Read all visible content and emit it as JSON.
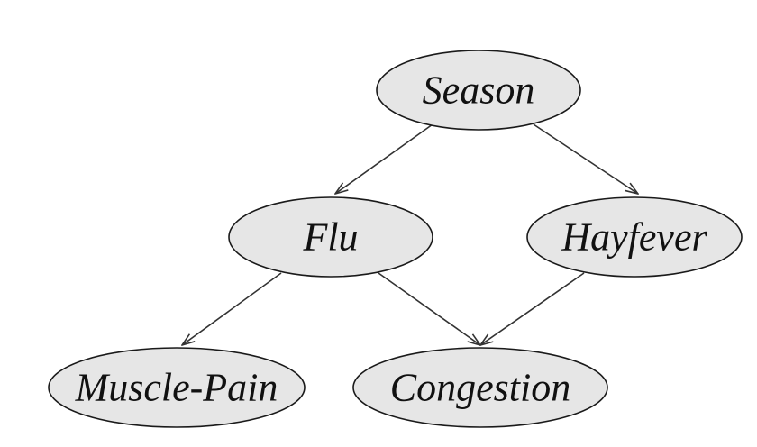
{
  "nodes": [
    {
      "id": "season",
      "label": "Season"
    },
    {
      "id": "flu",
      "label": "Flu"
    },
    {
      "id": "hayfever",
      "label": "Hayfever"
    },
    {
      "id": "muscle_pain",
      "label": "Muscle-Pain"
    },
    {
      "id": "congestion",
      "label": "Congestion"
    }
  ],
  "edges": [
    {
      "from": "season",
      "to": "flu"
    },
    {
      "from": "season",
      "to": "hayfever"
    },
    {
      "from": "flu",
      "to": "muscle_pain"
    },
    {
      "from": "flu",
      "to": "congestion"
    },
    {
      "from": "hayfever",
      "to": "congestion"
    }
  ],
  "colors": {
    "node_fill": "#e6e6e6",
    "node_stroke": "#1a1a1a",
    "edge": "#333333",
    "background": "#ffffff"
  }
}
